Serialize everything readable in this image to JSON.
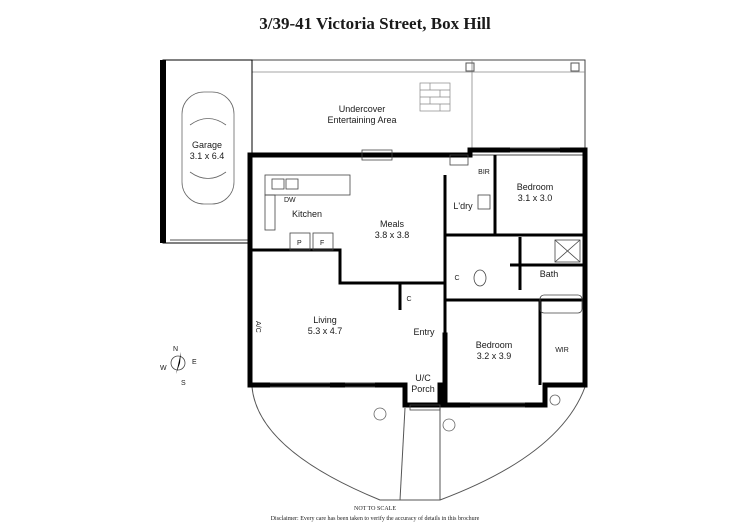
{
  "title": "3/39-41 Victoria Street, Box Hill",
  "rooms": {
    "undercover": {
      "name": "Undercover",
      "name2": "Entertaining Area"
    },
    "garage": {
      "name": "Garage",
      "size": "3.1 x 6.4"
    },
    "kitchen": {
      "name": "Kitchen"
    },
    "dw": {
      "name": "DW"
    },
    "pantry": {
      "name": "P"
    },
    "fridge": {
      "name": "F"
    },
    "meals": {
      "name": "Meals",
      "size": "3.8 x 3.8"
    },
    "ldry": {
      "name": "L'dry"
    },
    "bir": {
      "name": "BIR"
    },
    "bedroom1": {
      "name": "Bedroom",
      "size": "3.1 x 3.0"
    },
    "bath": {
      "name": "Bath"
    },
    "cupboard1": {
      "name": "C"
    },
    "cupboard2": {
      "name": "C"
    },
    "living": {
      "name": "Living",
      "size": "5.3 x 4.7"
    },
    "ac": {
      "name": "A/C"
    },
    "entry": {
      "name": "Entry"
    },
    "bedroom2": {
      "name": "Bedroom",
      "size": "3.2 x 3.9"
    },
    "wir": {
      "name": "WIR"
    },
    "porch": {
      "name": "U/C",
      "name2": "Porch"
    }
  },
  "compass": {
    "n": "N",
    "e": "E",
    "s": "S",
    "w": "W"
  },
  "footer": {
    "scale_note": "NOT TO SCALE",
    "disclaimer": "Disclaimer: Every care has been taken to verify the accuracy of details in this brochure"
  }
}
